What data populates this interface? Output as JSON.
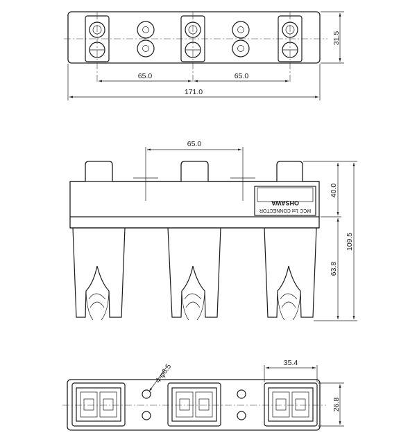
{
  "top_view": {
    "dim_height": "31.5",
    "dim_pitch_left": "65.0",
    "dim_pitch_right": "65.0",
    "dim_total_width": "171.0"
  },
  "front_view": {
    "dim_pitch": "65.0",
    "dim_upper_height": "40.0",
    "dim_total_height": "109.5",
    "dim_lower_height": "63.8",
    "label": {
      "brand": "OHSAWA",
      "text": "MCC 1st CONNECTOR"
    }
  },
  "bottom_view": {
    "dim_hole": "4-φ6.5",
    "dim_slot_width": "35.4",
    "dim_height": "26.8"
  },
  "colors": {
    "line": "#1a1a1a",
    "background": "#ffffff"
  }
}
